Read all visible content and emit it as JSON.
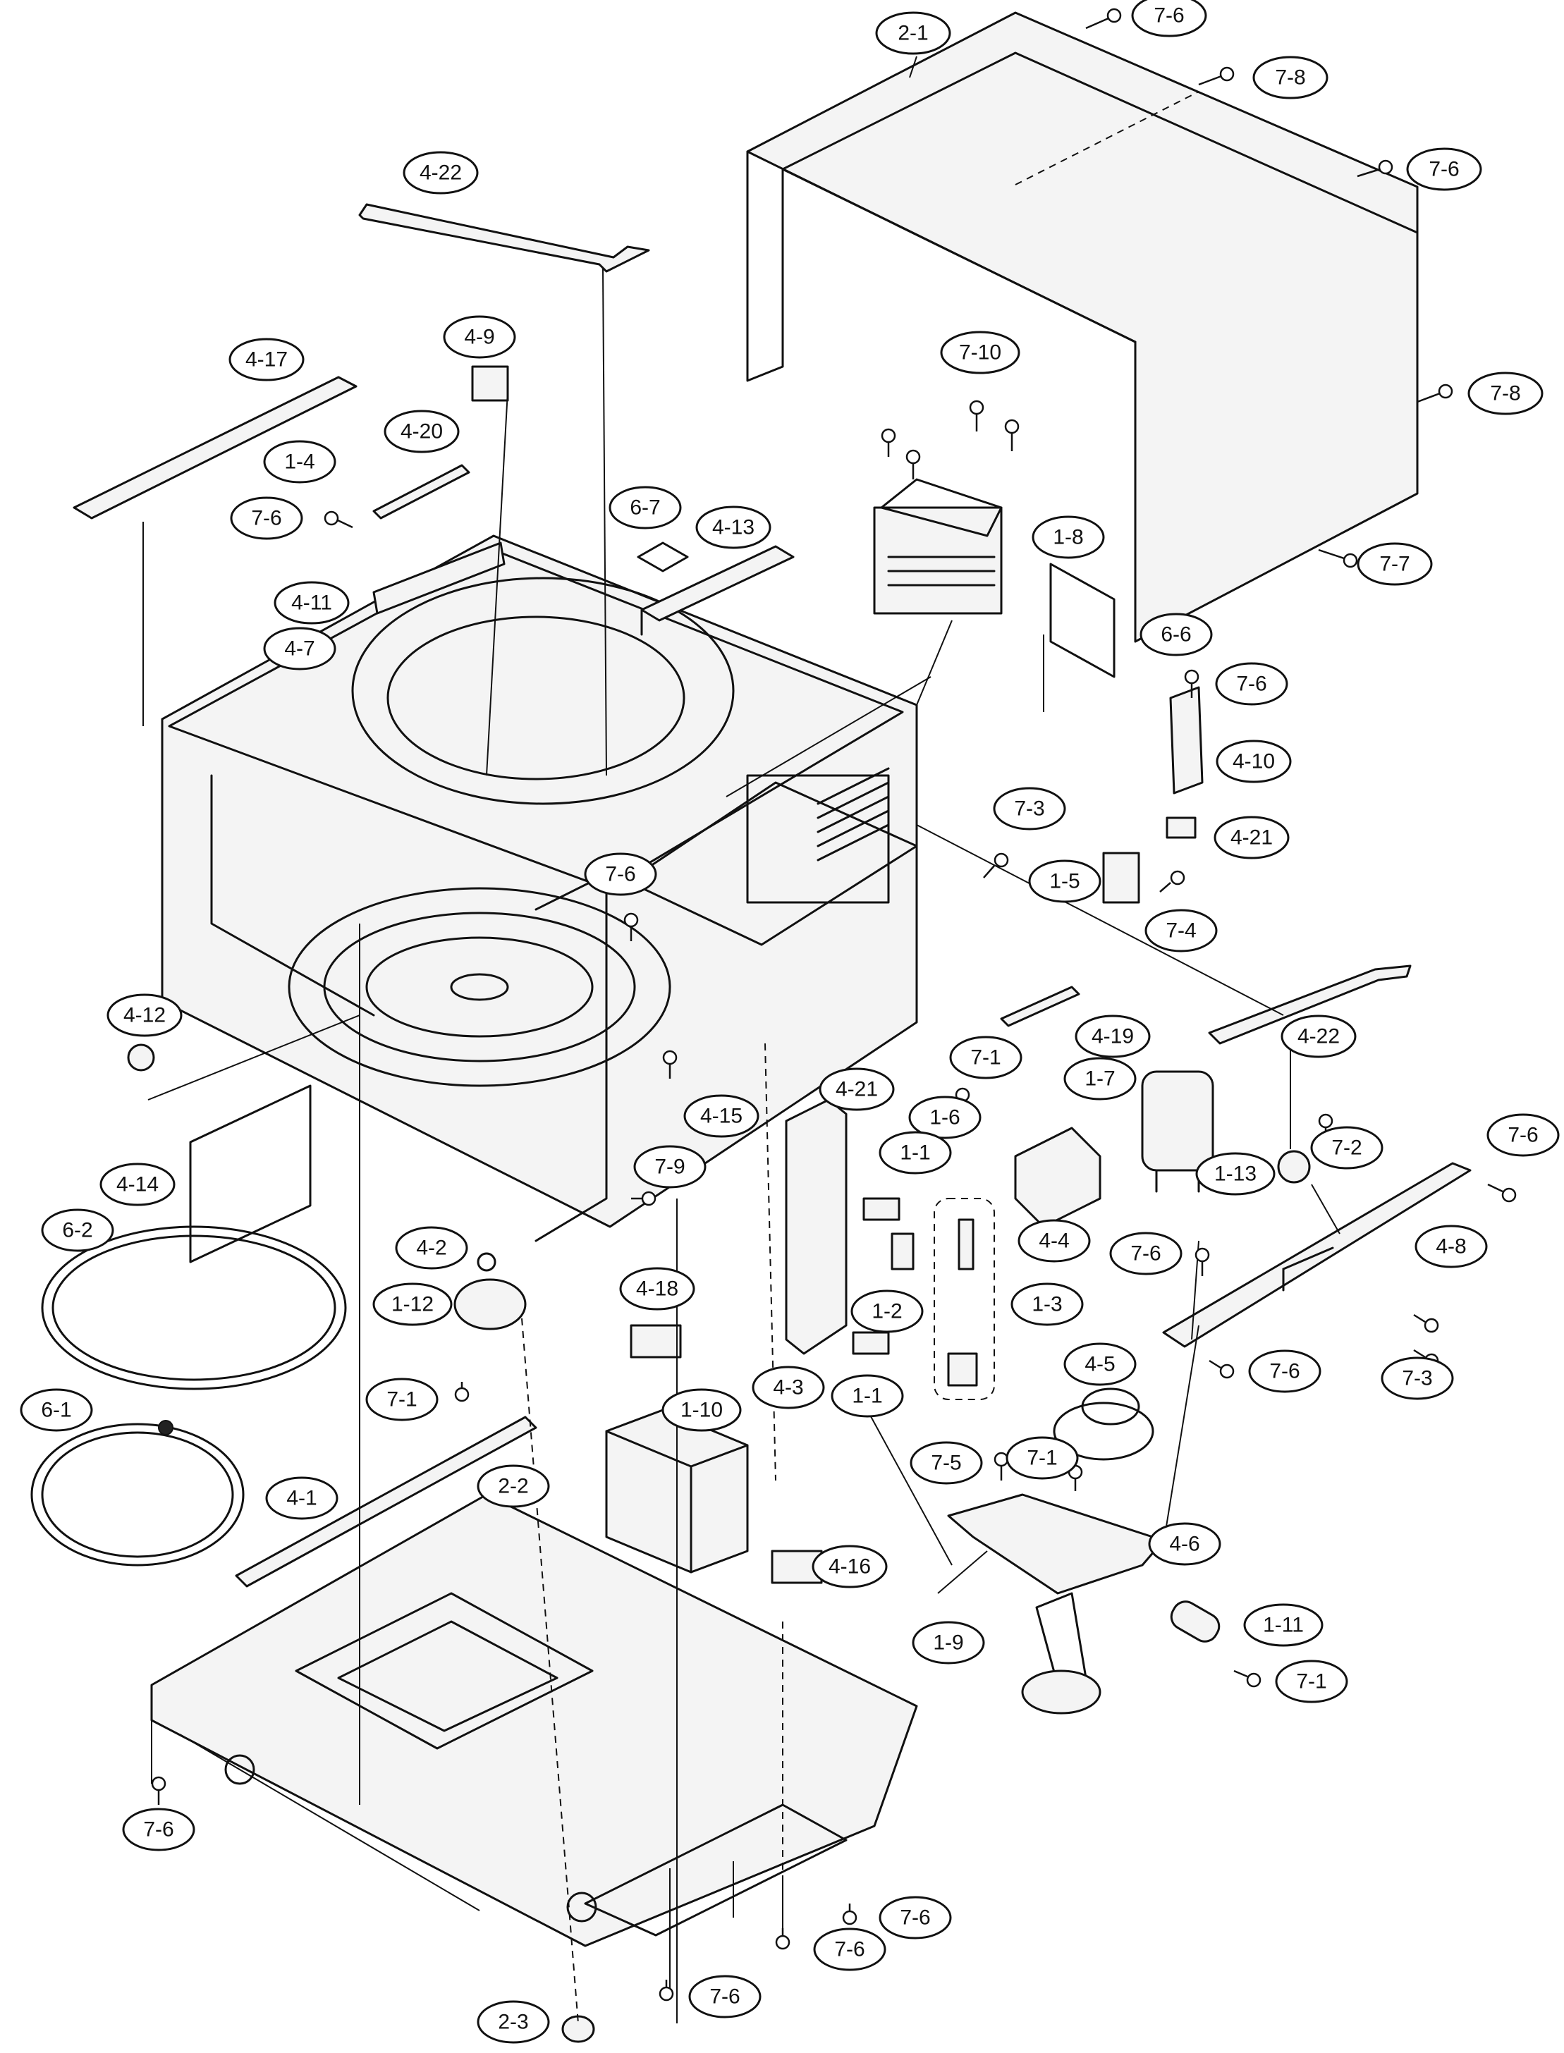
{
  "diagram": {
    "colors": {
      "ink": "#111111",
      "background": "#ffffff",
      "panel_fill": "#f4f4f4"
    },
    "labels": {
      "2-1": "2-1",
      "4-22": "4-22",
      "7-6": "7-6",
      "7-8": "7-8",
      "7-10": "7-10",
      "4-9": "4-9",
      "4-17": "4-17",
      "4-20": "4-20",
      "1-4": "1-4",
      "6-7": "6-7",
      "4-13": "4-13",
      "1-8": "1-8",
      "7-7": "7-7",
      "4-11": "4-11",
      "4-7": "4-7",
      "6-6": "6-6",
      "4-10": "4-10",
      "4-21": "4-21",
      "7-3": "7-3",
      "1-5": "1-5",
      "7-4": "7-4",
      "4-19": "4-19",
      "4-12": "4-12",
      "7-1": "7-1",
      "1-7": "1-7",
      "4-15": "4-15",
      "1-6": "1-6",
      "7-2": "7-2",
      "1-13": "1-13",
      "4-14": "4-14",
      "7-9": "7-9",
      "1-1": "1-1",
      "4-4": "4-4",
      "4-8": "4-8",
      "6-2": "6-2",
      "4-2": "4-2",
      "1-3": "1-3",
      "1-2": "1-2",
      "1-12": "1-12",
      "4-18": "4-18",
      "4-5": "4-5",
      "4-3": "4-3",
      "6-1": "6-1",
      "1-10": "1-10",
      "7-5": "7-5",
      "4-6": "4-6",
      "4-1": "4-1",
      "2-2": "2-2",
      "4-16": "4-16",
      "1-11": "1-11",
      "1-9": "1-9",
      "2-3": "2-3"
    }
  }
}
